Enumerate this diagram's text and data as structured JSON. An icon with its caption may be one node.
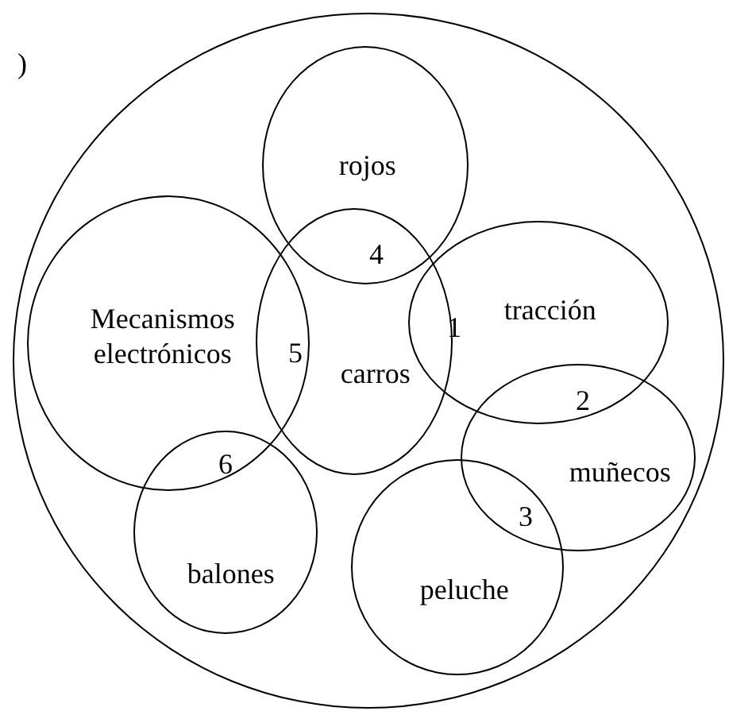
{
  "diagram": {
    "nodes": [
      {
        "text": [],
        "shape": "ellipse"
      },
      {
        "text": [
          "rojos"
        ],
        "in": 0
      },
      {
        "text": [
          "Mecanismos electrónicos"
        ],
        "in": 0
      },
      {
        "text": [
          "carros"
        ],
        "in": 0
      },
      {
        "text": [
          "tracción"
        ],
        "in": 0
      },
      {
        "text": [
          "muñecos"
        ],
        "in": 0
      },
      {
        "text": [
          "balones"
        ],
        "in": 0
      },
      {
        "text": [
          "peluche"
        ],
        "in": 0
      }
    ],
    "edges": [],
    "labels": [
      ")",
      "4",
      "5",
      "1",
      "2",
      "6",
      "3"
    ]
  }
}
